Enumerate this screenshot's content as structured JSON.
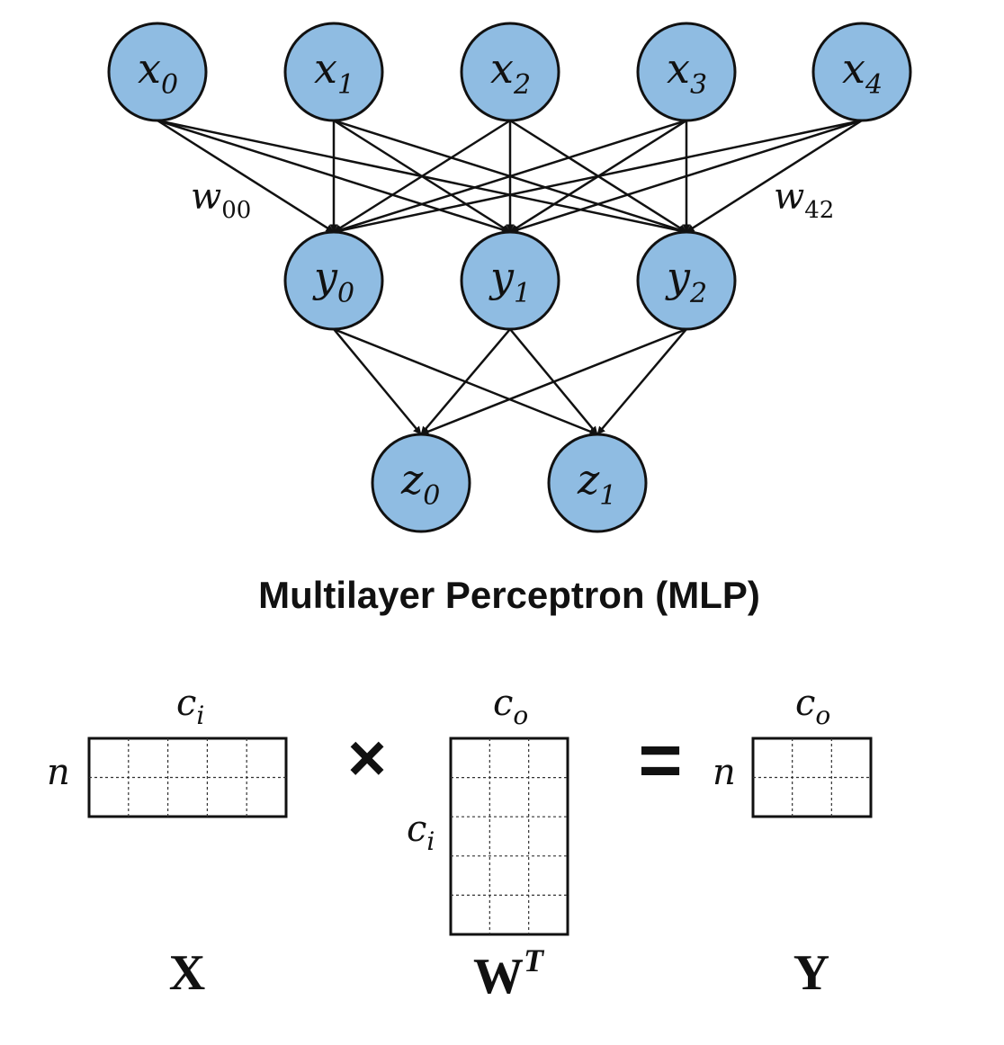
{
  "title": "Multilayer Perceptron (MLP)",
  "nodes": {
    "input": [
      {
        "var": "x",
        "sub": "0"
      },
      {
        "var": "x",
        "sub": "1"
      },
      {
        "var": "x",
        "sub": "2"
      },
      {
        "var": "x",
        "sub": "3"
      },
      {
        "var": "x",
        "sub": "4"
      }
    ],
    "hidden": [
      {
        "var": "y",
        "sub": "0"
      },
      {
        "var": "y",
        "sub": "1"
      },
      {
        "var": "y",
        "sub": "2"
      }
    ],
    "output": [
      {
        "var": "z",
        "sub": "0"
      },
      {
        "var": "z",
        "sub": "1"
      }
    ]
  },
  "weight_labels": [
    {
      "var": "w",
      "sub": "00"
    },
    {
      "var": "w",
      "sub": "42"
    }
  ],
  "colors": {
    "node_fill": "#8fbce2",
    "stroke": "#111111"
  },
  "equation": {
    "multiply_symbol": "×",
    "equals_symbol": "=",
    "X": {
      "name": "X",
      "top": {
        "var": "c",
        "sub": "i"
      },
      "side": {
        "var": "n",
        "sub": ""
      },
      "rows": 2,
      "cols": 5
    },
    "W": {
      "name": "W",
      "sup": "T",
      "top": {
        "var": "c",
        "sub": "o"
      },
      "side": {
        "var": "c",
        "sub": "i"
      },
      "rows": 5,
      "cols": 3
    },
    "Y": {
      "name": "Y",
      "top": {
        "var": "c",
        "sub": "o"
      },
      "side": {
        "var": "n",
        "sub": ""
      },
      "rows": 2,
      "cols": 3
    }
  }
}
